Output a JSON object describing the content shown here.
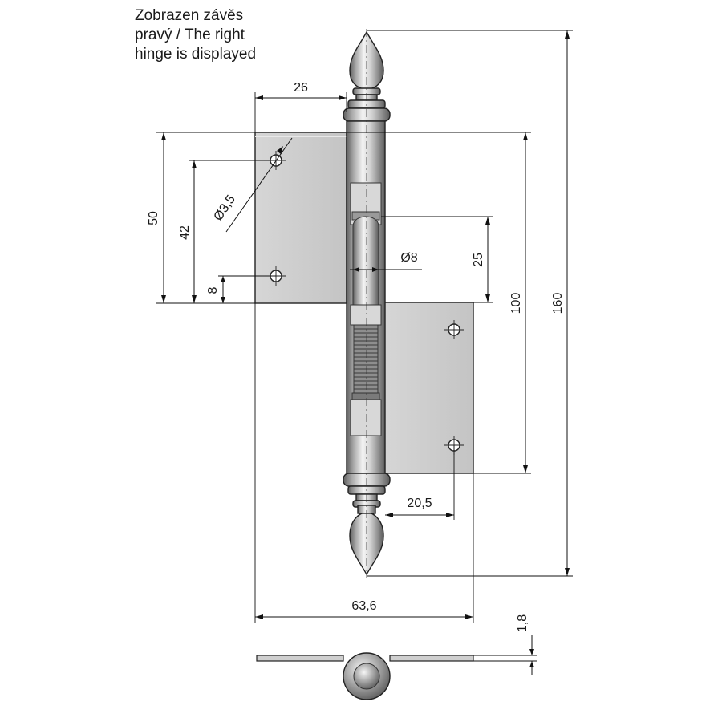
{
  "caption": {
    "line1": "Zobrazen závěs",
    "line2": "pravý / The right",
    "line3": "hinge is displayed"
  },
  "dimensions": {
    "d26": "26",
    "d50": "50",
    "d42": "42",
    "d8": "8",
    "d_hole": "Ø3,5",
    "d_pin": "Ø8",
    "d25": "25",
    "d100": "100",
    "d160": "160",
    "d20_5": "20,5",
    "d63_6": "63,6",
    "d1_8": "1,8"
  },
  "colors": {
    "plate": "#cfcfcf",
    "plate_dark": "#b9b9b9",
    "metal_light": "#f2f2f2",
    "metal_dark": "#6e6e6e",
    "line": "#111111"
  }
}
